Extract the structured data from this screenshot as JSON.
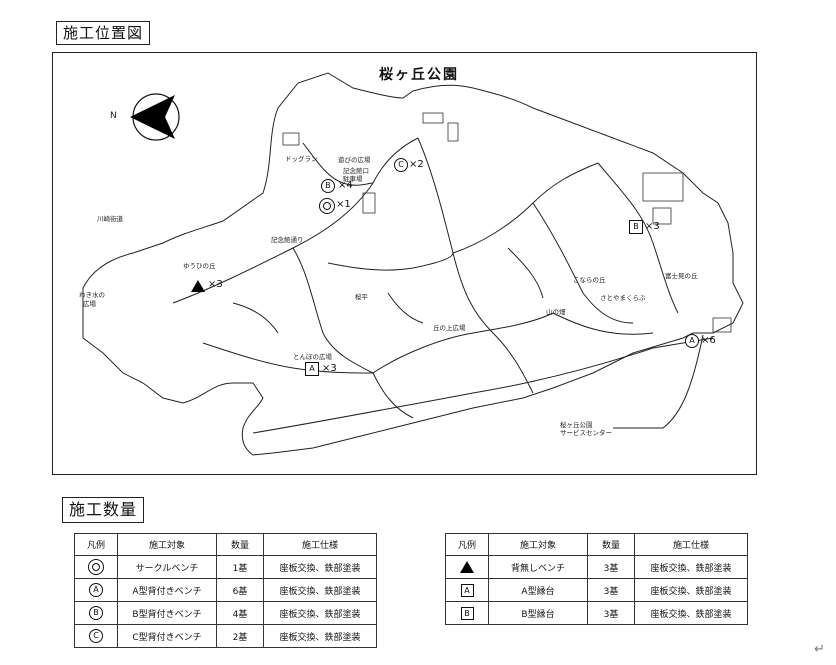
{
  "headings": {
    "location": "施工位置図",
    "quantity": "施工数量"
  },
  "map": {
    "title": "桜ヶ丘公園",
    "north_label": "N",
    "places": {
      "dog_run": "ドッグラン",
      "asobi": "遊びの広場",
      "kinen_entrance": "記念館口",
      "parking": "駐車場",
      "kawasaki": "川崎街道",
      "kinenkan_street": "記念館通り",
      "yuhi": "ゆうひの丘",
      "wakimizu": "わき水の",
      "wakimizu2": "広場",
      "sakuradaira": "桜平",
      "oka_ue": "丘の上広場",
      "yama_hata": "山の畑",
      "konara": "こならの丘",
      "fuji": "富士見の丘",
      "satoyama": "さとやまくらぶ",
      "tonbo": "とんぼの広場",
      "service_center": "桜ヶ丘公園",
      "service_center2": "サービスセンター"
    },
    "markers": {
      "c": {
        "symbol": "C",
        "count": "×2"
      },
      "b_circle": {
        "symbol": "B",
        "count": "×4"
      },
      "ring": {
        "count": "×1"
      },
      "b_square": {
        "symbol": "B",
        "count": "×3"
      },
      "triangle": {
        "count": "×3"
      },
      "a_square": {
        "symbol": "A",
        "count": "×3"
      },
      "a_circle": {
        "symbol": "A",
        "count": "×6"
      }
    }
  },
  "table_left": {
    "headers": [
      "凡例",
      "施工対象",
      "数量",
      "施工仕様"
    ],
    "rows": [
      {
        "symbol": "",
        "target": "サークルベンチ",
        "qty": "1基",
        "spec": "座板交換、鉄部塗装"
      },
      {
        "symbol": "A",
        "target": "A型背付きベンチ",
        "qty": "6基",
        "spec": "座板交換、鉄部塗装"
      },
      {
        "symbol": "B",
        "target": "B型背付きベンチ",
        "qty": "4基",
        "spec": "座板交換、鉄部塗装"
      },
      {
        "symbol": "C",
        "target": "C型背付きベンチ",
        "qty": "2基",
        "spec": "座板交換、鉄部塗装"
      }
    ]
  },
  "table_right": {
    "headers": [
      "凡例",
      "施工対象",
      "数量",
      "施工仕様"
    ],
    "rows": [
      {
        "symbol": "",
        "target": "背無しベンチ",
        "qty": "3基",
        "spec": "座板交換、鉄部塗装"
      },
      {
        "symbol": "A",
        "target": "A型縁台",
        "qty": "3基",
        "spec": "座板交換、鉄部塗装"
      },
      {
        "symbol": "B",
        "target": "B型縁台",
        "qty": "3基",
        "spec": "座板交換、鉄部塗装"
      }
    ]
  },
  "return_mark": "↵"
}
